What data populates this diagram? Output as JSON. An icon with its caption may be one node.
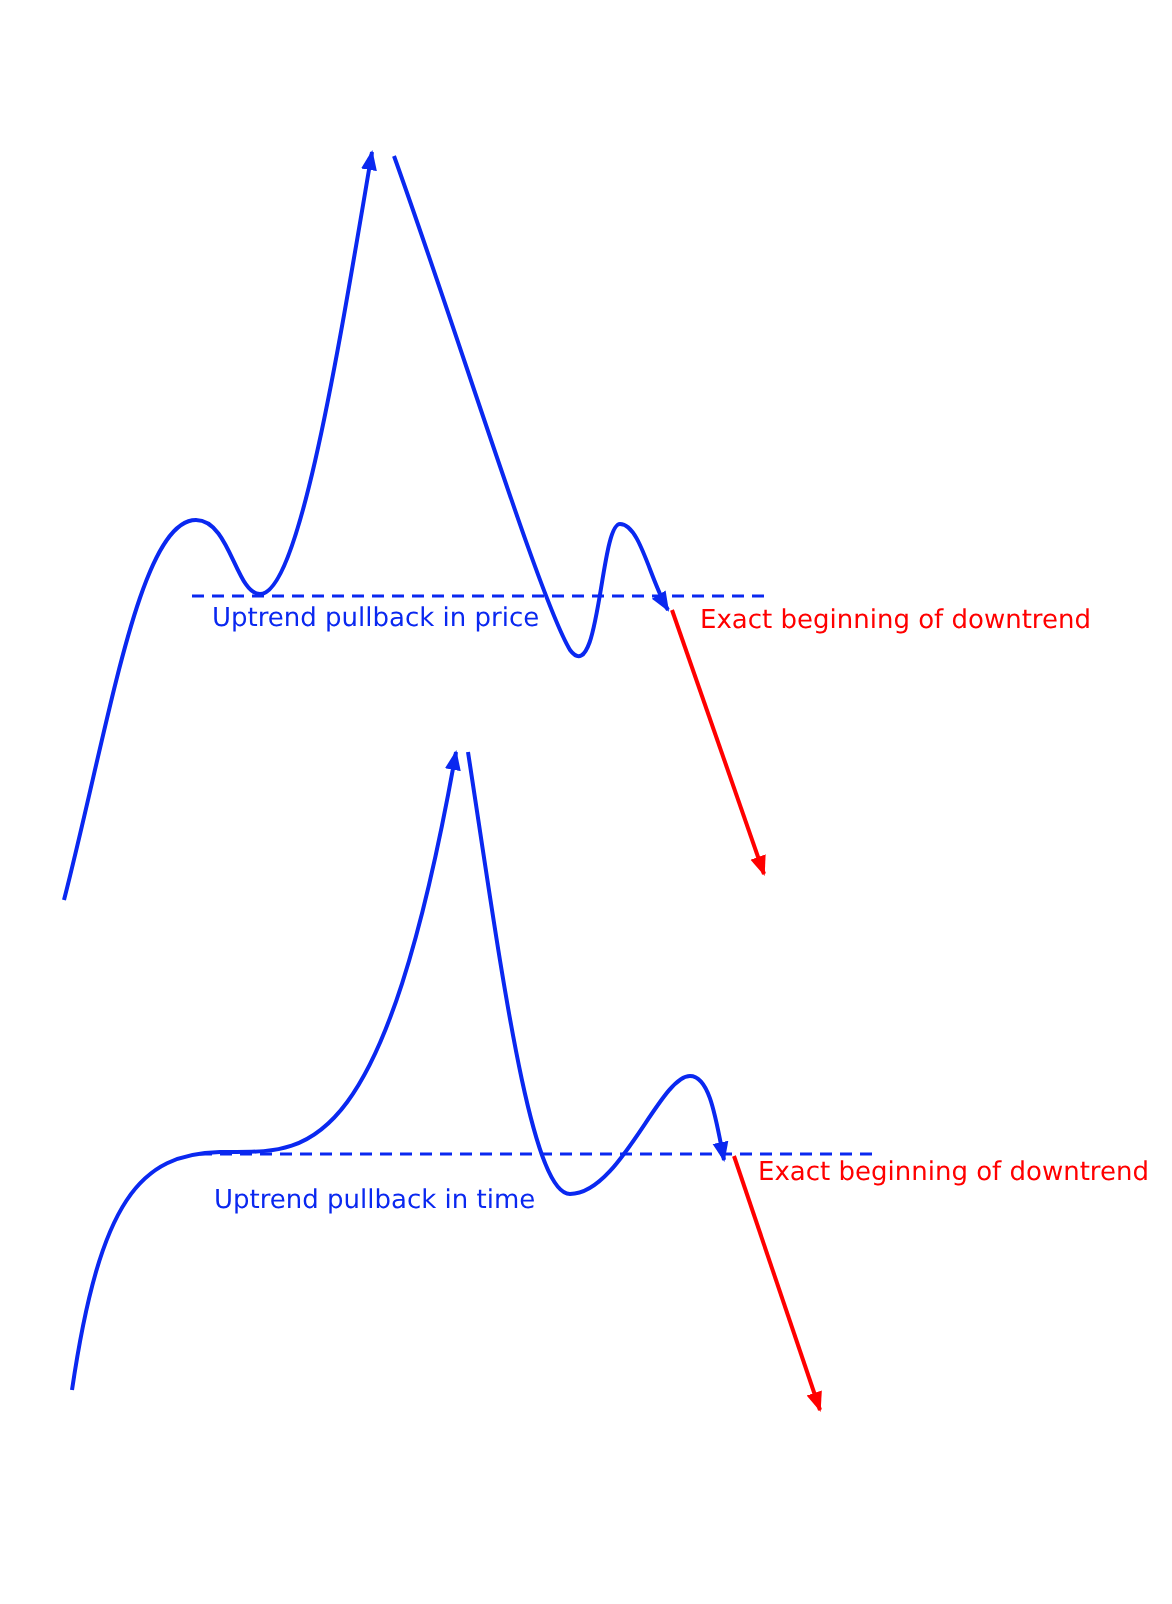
{
  "diagram": {
    "labels": [
      "Uptrend pullback in price",
      "Exact beginning of downtrend",
      "Uptrend pullback in time",
      "Exact beginning of downtrend"
    ]
  }
}
